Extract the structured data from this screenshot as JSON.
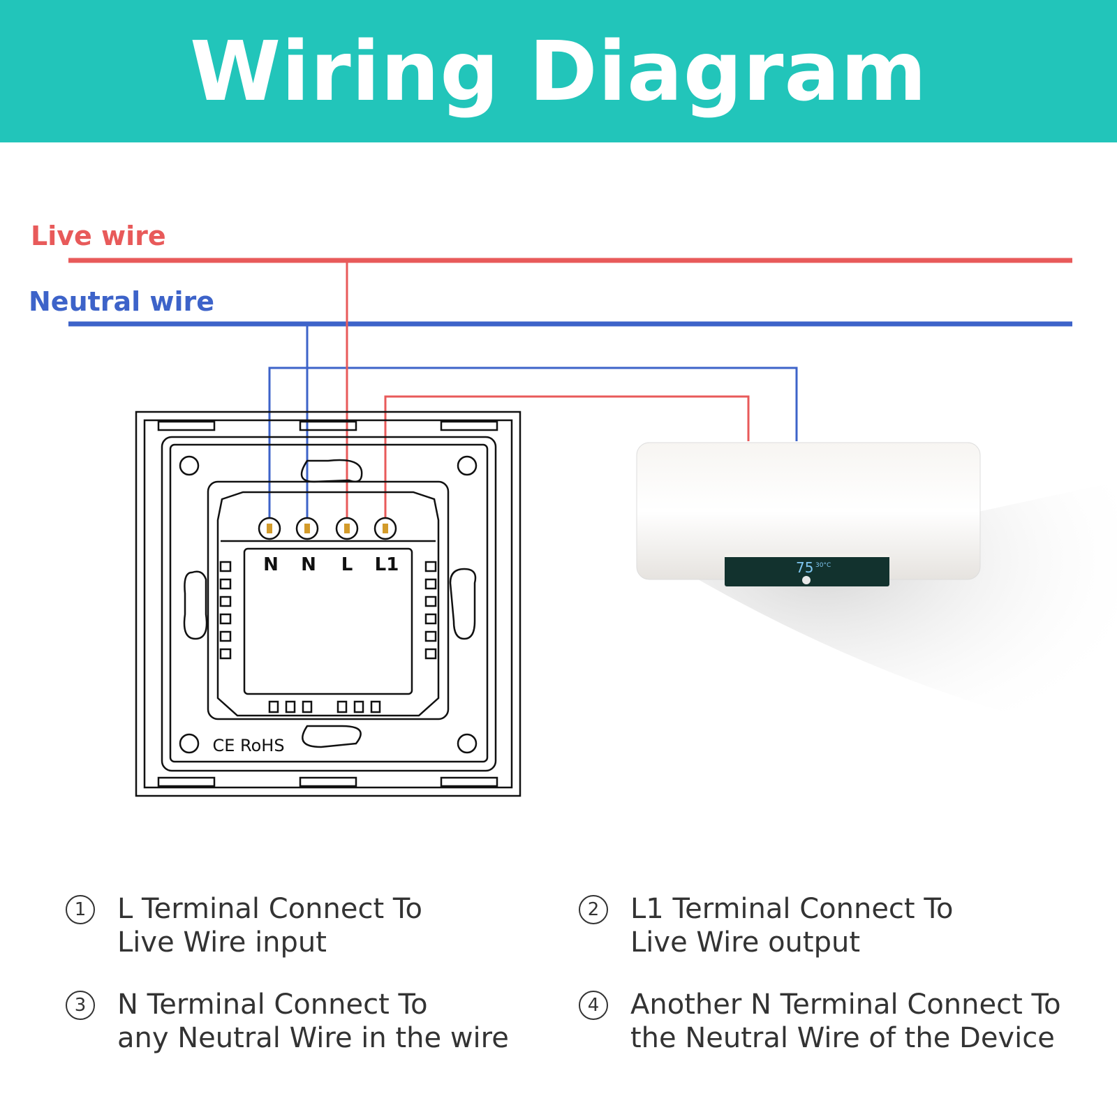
{
  "header": {
    "title": "Wiring Diagram"
  },
  "wires": {
    "live_label": "Live wire",
    "neutral_label": "Neutral wire",
    "live_color": "#e85a5a",
    "neutral_color": "#3d63c9"
  },
  "switch": {
    "terminals": [
      "N",
      "N",
      "L",
      "L1"
    ],
    "marks": "CE RoHS"
  },
  "device": {
    "display_temp": "75",
    "display_secondary": "30°C"
  },
  "steps": [
    {
      "num": "1",
      "line1": "L Terminal Connect To",
      "line2": "Live Wire input"
    },
    {
      "num": "2",
      "line1": "L1 Terminal Connect To",
      "line2": "Live Wire output"
    },
    {
      "num": "3",
      "line1": "N Terminal Connect To",
      "line2": "any Neutral Wire in the wire"
    },
    {
      "num": "4",
      "line1": "Another N Terminal Connect To",
      "line2": "the Neutral Wire of the Device"
    }
  ]
}
